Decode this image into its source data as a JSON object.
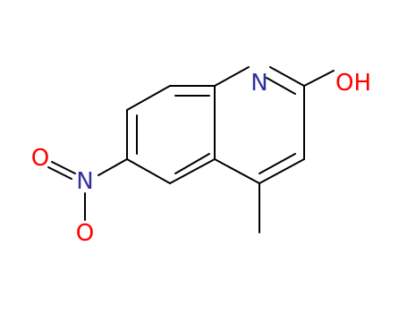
{
  "colors": {
    "background": "#ffffff",
    "carbon_bond": "#000000",
    "nitrogen": "#3030a0",
    "oxygen": "#ff0000"
  },
  "atoms": {
    "ring_nitrogen": "N",
    "hydroxyl": "OH",
    "nitro_nitrogen": "N",
    "nitro_oxygen_top": "O",
    "nitro_oxygen_bottom": "O"
  }
}
